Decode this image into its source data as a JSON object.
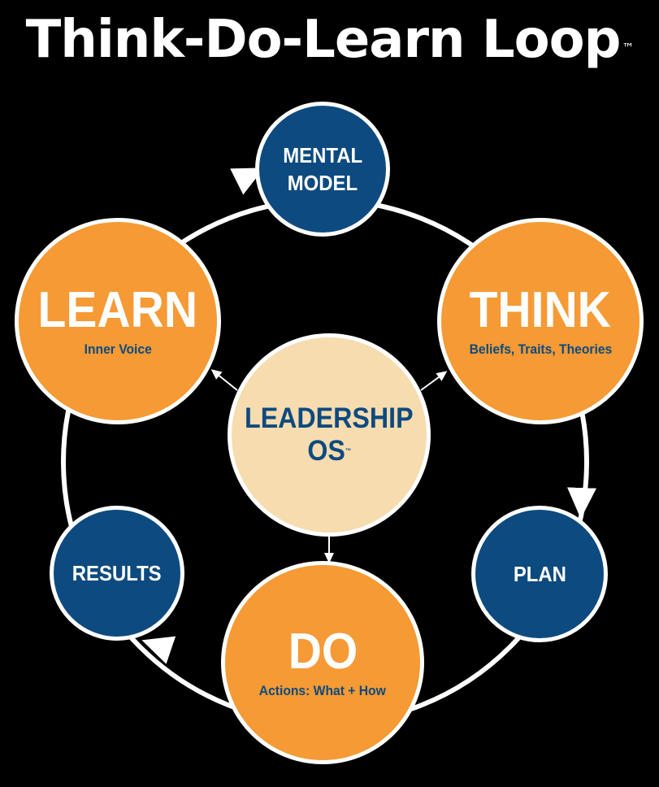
{
  "title": "Think-Do-Learn Loop",
  "title_tm": "™",
  "center": {
    "line1": "LEADERSHIP",
    "line2": "OS",
    "tm": "™"
  },
  "nodes": {
    "mental_model": {
      "line1": "MENTAL",
      "line2": "MODEL"
    },
    "think": {
      "label": "THINK",
      "sub": "Beliefs, Traits, Theories"
    },
    "plan": {
      "label": "PLAN"
    },
    "do": {
      "label": "DO",
      "sub": "Actions: What + How"
    },
    "results": {
      "label": "RESULTS"
    },
    "learn": {
      "label": "LEARN",
      "sub": "Inner Voice"
    }
  },
  "colors": {
    "background": "#000000",
    "blue_node": "#0d4a7f",
    "orange_node": "#f59a34",
    "center_node": "#f7dcb0",
    "sub_text": "#0d4a7f",
    "stroke": "#ffffff"
  }
}
